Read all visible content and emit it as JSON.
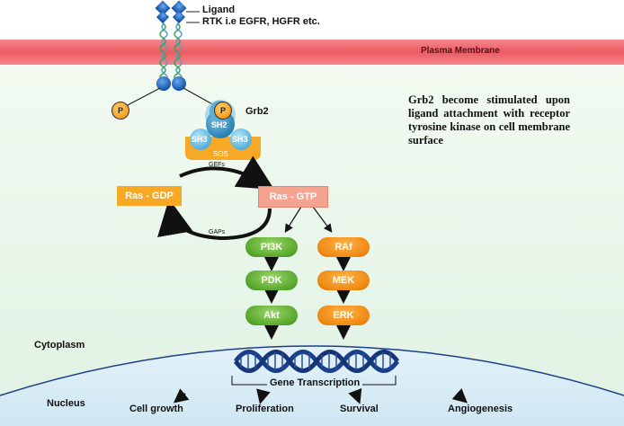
{
  "labels": {
    "ligand": "Ligand",
    "rtk": "RTK i.e EGFR, HGFR etc.",
    "plasma_membrane": "Plasma Membrane",
    "grb2": "Grb2",
    "sh2": "SH2",
    "sh3_left": "SH3",
    "sh3_right": "SH3",
    "sos": "SOS",
    "p_left": "P",
    "p_right": "P",
    "description": "Grb2 become stimulated upon ligand attachment with receptor tyrosine kinase on cell membrane surface",
    "gefs": "GEFs",
    "gaps": "GAPs",
    "ras_gdp": "Ras - GDP",
    "ras_gtp": "Ras - GTP",
    "pi3k": "PI3K",
    "pdk": "PDK",
    "akt": "Akt",
    "raf": "RAf",
    "mek": "MEK",
    "erk": "ERK",
    "cytoplasm": "Cytoplasm",
    "nucleus": "Nucleus",
    "gene_transcription": "Gene Transcription",
    "cell_growth": "Cell growth",
    "proliferation": "Proliferation",
    "survival": "Survival",
    "angiogenesis": "Angiogenesis"
  },
  "colors": {
    "membrane": "#f0606a",
    "cytoplasm": "#e8f7e8",
    "nucleus": "#d6ecf6",
    "green_pill": "#5aa82e",
    "orange_pill": "#f08a14",
    "ras_gdp": "#f7a825",
    "ras_gtp": "#f4a48f",
    "receptor_blue": "#1a5fb4"
  }
}
